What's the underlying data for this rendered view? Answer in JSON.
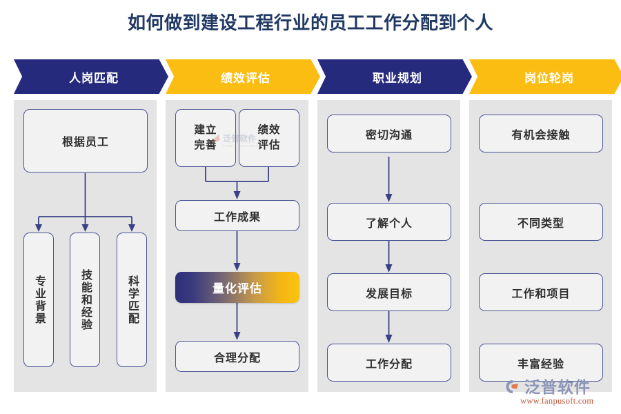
{
  "page": {
    "title": "如何做到建设工程行业的员工工作分配到个人",
    "background": "#ffffff",
    "title_color": "#1f3864"
  },
  "colors": {
    "navy": "#262a7d",
    "amber": "#fcbd13",
    "panel": "#e4e4e4",
    "node_fill": "#f2f2f2",
    "node_border": "#4a5494",
    "connector": "#3a3f86",
    "highlight_gradient_from": "#2d2f79",
    "highlight_gradient_to": "#fdc40a"
  },
  "columns": [
    {
      "header": "人岗匹配",
      "header_style": "navy",
      "flow": "tree",
      "nodes": [
        {
          "label": "根据员工",
          "kind": "horizontal"
        },
        {
          "label": "专业背景",
          "kind": "vertical"
        },
        {
          "label": "技能和经验",
          "kind": "vertical"
        },
        {
          "label": "科学匹配",
          "kind": "vertical"
        }
      ]
    },
    {
      "header": "绩效评估",
      "header_style": "amber",
      "flow": "merge-chain",
      "nodes": [
        {
          "label": "建立完善",
          "kind": "split"
        },
        {
          "label": "绩效评估",
          "kind": "split"
        },
        {
          "label": "工作成果",
          "kind": "horizontal"
        },
        {
          "label": "量化评估",
          "kind": "gradient"
        },
        {
          "label": "合理分配",
          "kind": "horizontal"
        }
      ]
    },
    {
      "header": "职业规划",
      "header_style": "navy",
      "flow": "chain",
      "nodes": [
        {
          "label": "密切沟通",
          "kind": "horizontal"
        },
        {
          "label": "了解个人",
          "kind": "horizontal"
        },
        {
          "label": "发展目标",
          "kind": "horizontal"
        },
        {
          "label": "工作分配",
          "kind": "horizontal"
        }
      ]
    },
    {
      "header": "岗位轮岗",
      "header_style": "amber",
      "flow": "list",
      "nodes": [
        {
          "label": "有机会接触",
          "kind": "horizontal"
        },
        {
          "label": "不同类型",
          "kind": "horizontal"
        },
        {
          "label": "工作和项目",
          "kind": "horizontal"
        },
        {
          "label": "丰富经验",
          "kind": "horizontal"
        }
      ]
    }
  ],
  "watermark": {
    "center_text": "泛普软件",
    "logo_text": "泛普软件",
    "logo_url": "www.fanpusoft.com"
  }
}
